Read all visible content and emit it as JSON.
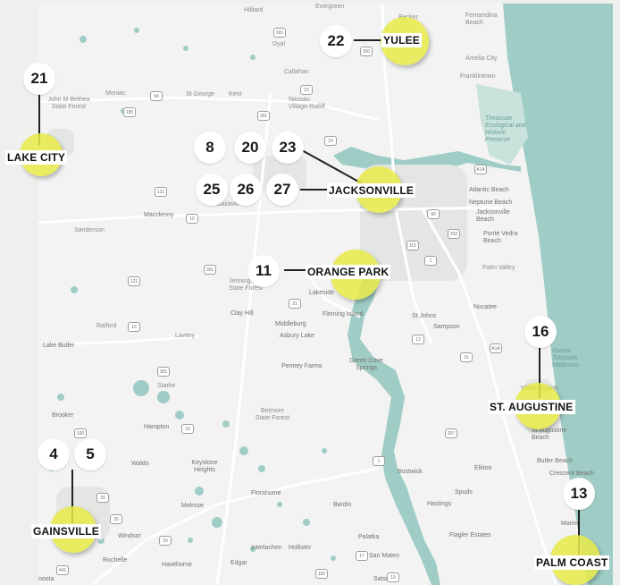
{
  "map": {
    "colors": {
      "land": "#f2f3f2",
      "water": "#9fcdc6",
      "road": "#ffffff",
      "highlight": "#e8ea48",
      "city_label_bg": "#ffffff",
      "text": "#111111"
    },
    "places": {
      "hilliard": "Hilliard",
      "evergreen": "Evergreen",
      "becker": "Becker",
      "fernandina_beach": "Fernandina Beach",
      "amelia_city": "Amelia City",
      "franklintown": "Franklintown",
      "dyal": "Dyal",
      "callahan": "Callahan",
      "nassau_village_ratliff": "Nassau Village-Ratliff",
      "moniac": "Moniac",
      "st_george": "St George",
      "kent": "Kent",
      "john_m_bethea": "John M Bethea State Forest",
      "timucuan": "Timucuan Ecological and Historic Preserve",
      "macclenny": "Macclenny",
      "baldwin": "Baldwin",
      "sanderson": "Sanderson",
      "atlantic_beach": "Atlantic Beach",
      "neptune_beach": "Neptune Beach",
      "jacksonville_beach": "Jacksonville Beach",
      "ponte_vedra_beach": "Ponte Vedra Beach",
      "palm_valley": "Palm Valley",
      "jennings": "Jennings State Forest",
      "lakeside": "Lakeside",
      "clay_hill": "Clay Hill",
      "middleburg": "Middleburg",
      "fleming_island": "Fleming Island",
      "asbury_lake": "Asbury Lake",
      "st_johns": "St Johns",
      "sampson": "Sampson",
      "nocatee": "Nocatee",
      "raiford": "Raiford",
      "lawtey": "Lawtey",
      "lake_butler": "Lake Butler",
      "penney_farms": "Penney Farms",
      "green_cove_springs": "Green Cove Springs",
      "guana": "Guana Tolomato Matanzas",
      "starke": "Starke",
      "belmore": "Belmore State Forest",
      "vilano_beach": "Vilano Beach",
      "brooker": "Brooker",
      "hampton": "Hampton",
      "st_augustine_beach": "St Augustine Beach",
      "waldo": "Waldo",
      "keystone_heights": "Keystone Heights",
      "bostwick": "Bostwick",
      "elkton": "Elkton",
      "butler_beach": "Butler Beach",
      "crescent_beach": "Crescent Beach",
      "florahome": "Florahome",
      "spuds": "Spuds",
      "hastings": "Hastings",
      "melrose": "Melrose",
      "windsor": "Windsor",
      "bardin": "Bardin",
      "flagler_estates": "Flagler Estates",
      "rochelle": "Rochelle",
      "hawthorne": "Hawthorne",
      "edgar": "Edgar",
      "interlachen": "Interlachen",
      "hollister": "Hollister",
      "palatka": "Palatka",
      "san_mateo": "San Mateo",
      "satsuma": "Satsuma",
      "marineland": "Marine",
      "micanopy": "noota"
    },
    "highways": {
      "h1": "301",
      "h2": "200",
      "h3": "94",
      "h4": "185",
      "h5": "301",
      "h6": "23",
      "h7": "23",
      "h8": "121",
      "h9": "10",
      "h10": "90",
      "h11": "A1A",
      "h12": "202",
      "h13": "115",
      "h14": "301",
      "h15": "121",
      "h16": "1",
      "h17": "21",
      "h18": "16",
      "h19": "13",
      "h20": "16",
      "h21": "301",
      "h22": "100",
      "h23": "16",
      "h24": "20",
      "h25": "207",
      "h26": "26",
      "h27": "441",
      "h28": "20",
      "h29": "100",
      "h30": "1",
      "h31": "17",
      "h32": "A1A",
      "h33": "19"
    },
    "markers": [
      {
        "num": "21",
        "city": "LAKE CITY"
      },
      {
        "num": "22",
        "city": "YULEE"
      },
      {
        "num": "8"
      },
      {
        "num": "20"
      },
      {
        "num": "23"
      },
      {
        "num": "25"
      },
      {
        "num": "26"
      },
      {
        "num": "27",
        "city": "JACKSONVILLE"
      },
      {
        "num": "11",
        "city": "ORANGE PARK"
      },
      {
        "num": "16",
        "city": "ST. AUGUSTINE"
      },
      {
        "num": "4"
      },
      {
        "num": "5",
        "city": "GAINSVILLE"
      },
      {
        "num": "13",
        "city": "PALM COAST"
      }
    ]
  }
}
